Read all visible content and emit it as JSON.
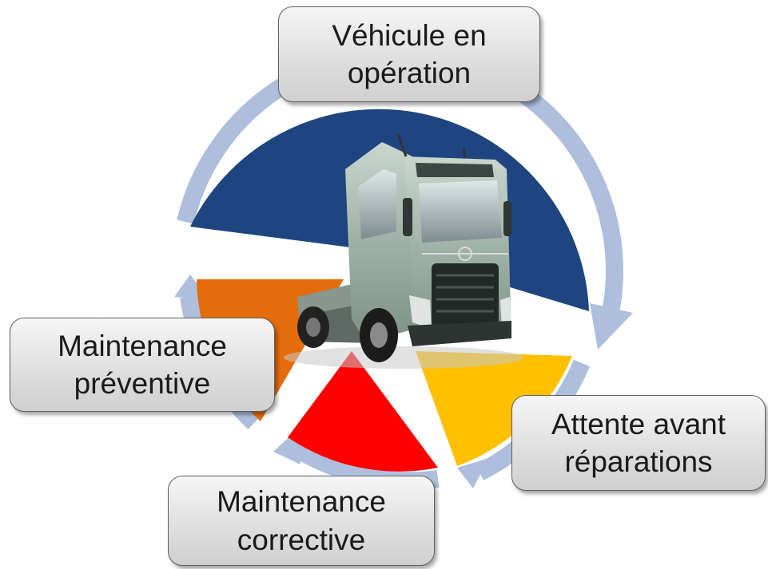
{
  "stages": [
    {
      "id": "operation",
      "line1": "Véhicule en",
      "line2": "opération",
      "color": "#1f4581"
    },
    {
      "id": "attente",
      "line1": "Attente avant",
      "line2": "réparations",
      "color": "#ffc000"
    },
    {
      "id": "corrective",
      "line1": "Maintenance",
      "line2": "corrective",
      "color": "#ff0000"
    },
    {
      "id": "preventive",
      "line1": "Maintenance",
      "line2": "préventive",
      "color": "#e46c0a"
    }
  ],
  "cycle_arrow_color": "#adbfdd",
  "center_image": "truck-icon"
}
